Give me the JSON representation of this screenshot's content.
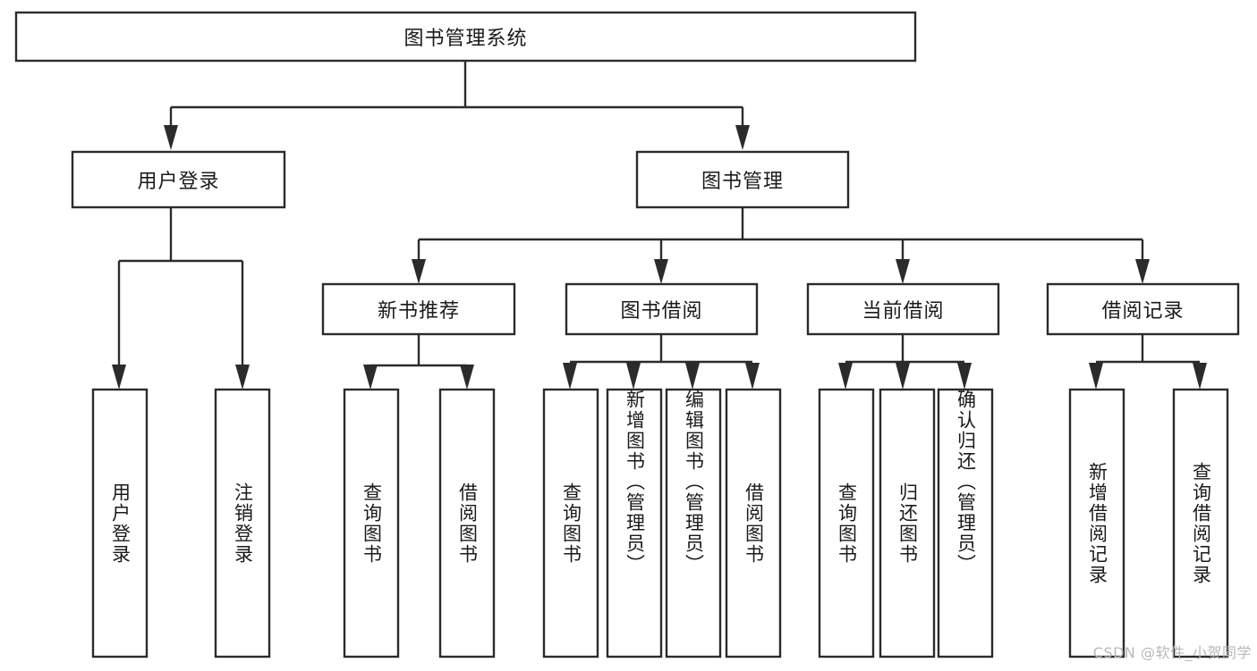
{
  "diagram": {
    "title": "图书管理系统",
    "type": "tree-hierarchy",
    "root": {
      "label": "图书管理系统"
    },
    "level2": [
      {
        "label": "用户登录"
      },
      {
        "label": "图书管理"
      }
    ],
    "level3": [
      {
        "label": "新书推荐"
      },
      {
        "label": "图书借阅"
      },
      {
        "label": "当前借阅"
      },
      {
        "label": "借阅记录"
      }
    ],
    "leaves": {
      "user_login": [
        {
          "label": "用户登录"
        },
        {
          "label": "注销登录"
        }
      ],
      "new_book_recommend": [
        {
          "label": "查询图书"
        },
        {
          "label": "借阅图书"
        }
      ],
      "book_borrow": [
        {
          "label": "查询图书"
        },
        {
          "label": "新增图书（管理员）"
        },
        {
          "label": "编辑图书（管理员）"
        },
        {
          "label": "借阅图书"
        }
      ],
      "current_borrow": [
        {
          "label": "查询图书"
        },
        {
          "label": "归还图书"
        },
        {
          "label": "确认归还（管理员）"
        }
      ],
      "borrow_record": [
        {
          "label": "新增借阅记录"
        },
        {
          "label": "查询借阅记录"
        }
      ]
    }
  },
  "watermark": {
    "text": "CSDN @软件_小贺同学"
  },
  "colors": {
    "stroke": "#2b2b2b",
    "box_fill": "#ffffff",
    "text": "#1a1a1a",
    "background": "#ffffff",
    "watermark": "#b8b8b8"
  }
}
